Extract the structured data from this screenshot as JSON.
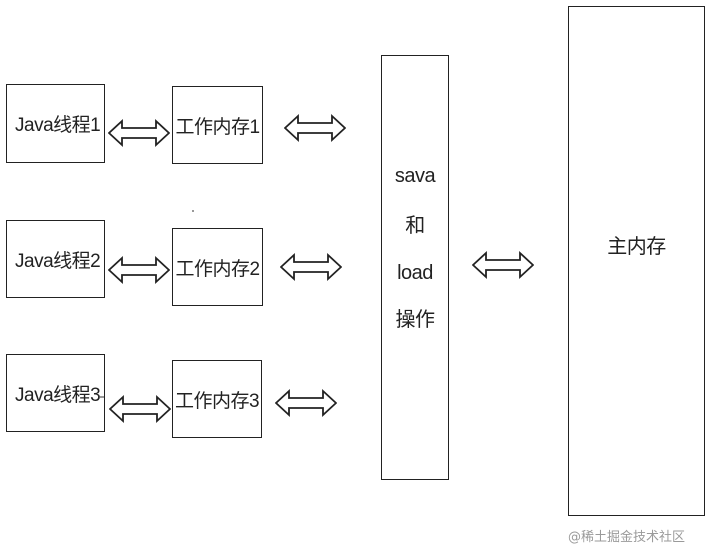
{
  "threads": [
    {
      "thread_label": "Java线程1",
      "memory_label": "工作内存1"
    },
    {
      "thread_label": "Java线程2",
      "memory_label": "工作内存2"
    },
    {
      "thread_label": "Java线程3",
      "memory_label": "工作内存3"
    }
  ],
  "operations": {
    "lines": [
      "sava",
      "和",
      "load",
      "操作"
    ]
  },
  "main_memory": {
    "label": "主内存"
  },
  "watermark": "@稀土掘金技术社区",
  "colors": {
    "stroke": "#222222",
    "background": "#ffffff",
    "watermark": "#9a9a9a"
  },
  "icons": [
    "double-arrow-icon"
  ]
}
